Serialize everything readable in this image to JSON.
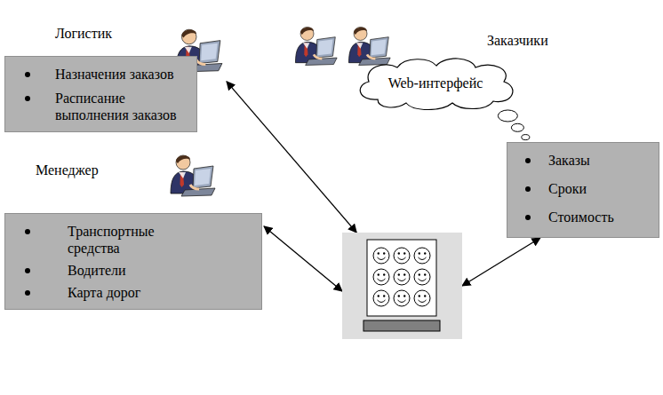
{
  "diagram": {
    "nodes": [
      {
        "text": [
          "Логистик",
          "Назначения заказов",
          "Расписание выполнения заказов"
        ]
      },
      {
        "text": [
          "Web-интерфейс"
        ]
      },
      {
        "text": [
          "Менеджер",
          "Транспортные средства",
          "Водители",
          "Карта дорог"
        ]
      },
      {
        "text": []
      },
      {
        "text": [
          "Заказы",
          "Сроки",
          "Стоимость"
        ]
      }
    ],
    "edges": [
      {
        "from": 0,
        "to": 3,
        "arrow": "both"
      },
      {
        "from": 2,
        "to": 3,
        "arrow": "both"
      },
      {
        "from": 3,
        "to": 4,
        "arrow": "both"
      },
      {
        "from": 1,
        "to": 4,
        "arrow": "none"
      }
    ],
    "labels": [
      "Заказчики"
    ]
  }
}
